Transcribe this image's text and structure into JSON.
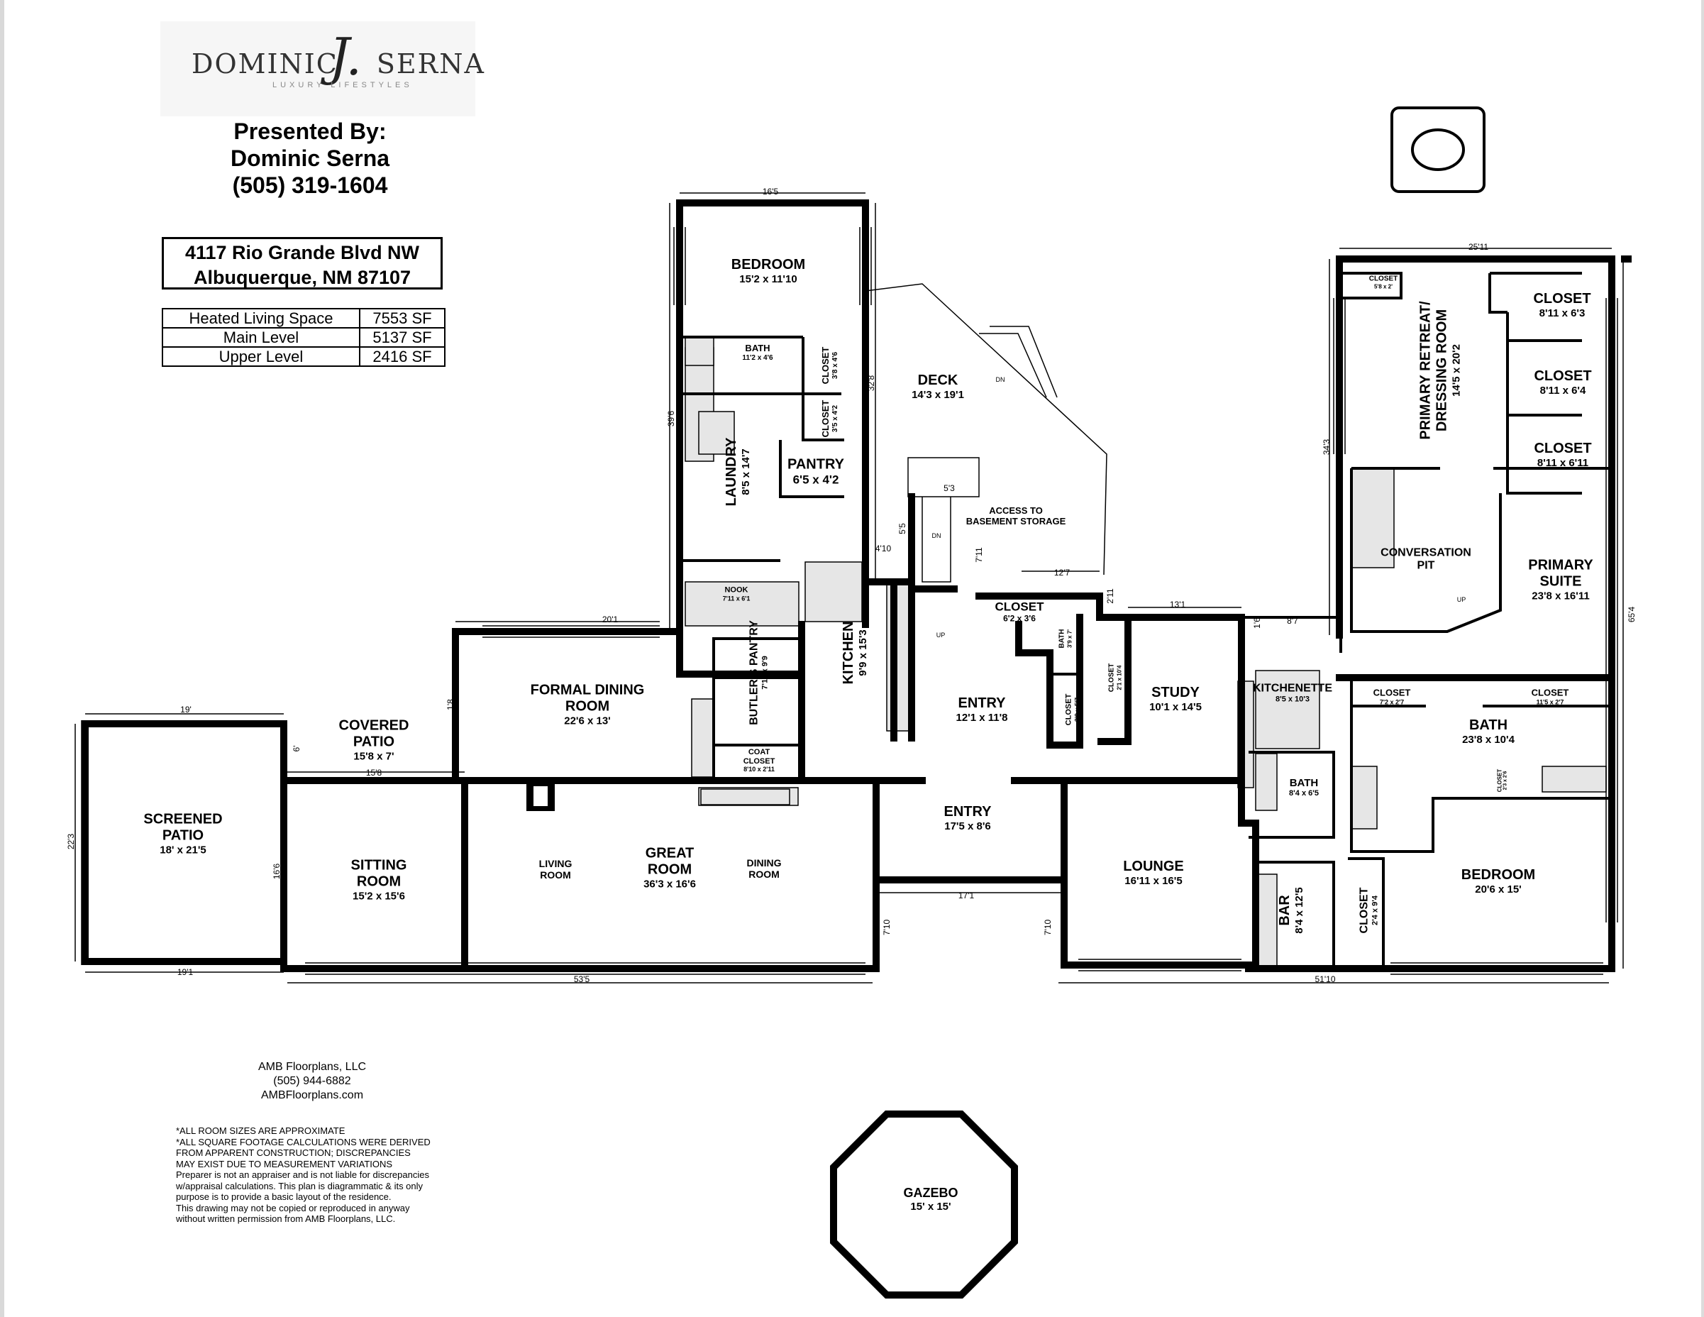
{
  "brand": {
    "name_left": "DOMINIC",
    "initial": "J.",
    "name_right": "SERNA",
    "tagline": "LUXURY    LIFESTYLES"
  },
  "presenter": {
    "line1": "Presented By:",
    "line2": "Dominic Serna",
    "phone": "(505) 319-1604"
  },
  "address": {
    "street": "4117 Rio Grande Blvd NW",
    "city": "Albuquerque, NM 87107"
  },
  "square_footage": [
    {
      "label": "Heated Living Space",
      "value": "7553 SF"
    },
    {
      "label": "Main Level",
      "value": "5137 SF"
    },
    {
      "label": "Upper Level",
      "value": "2416 SF"
    }
  ],
  "rooms": {
    "bedroom_north": {
      "name": "BEDROOM",
      "dims": "15'2 x 11'10"
    },
    "bath_north": {
      "name": "BATH",
      "dims": "11'2 x 4'6"
    },
    "closet_n1": {
      "name": "CLOSET",
      "dims": "3'8 x 4'6"
    },
    "closet_n2": {
      "name": "CLOSET",
      "dims": "3'5 x 4'2"
    },
    "laundry": {
      "name": "LAUNDRY",
      "dims": "8'5 x 14'7"
    },
    "pantry": {
      "name": "PANTRY",
      "dims": "6'5 x 4'2"
    },
    "deck": {
      "name": "DECK",
      "dims": "14'3 x 19'1"
    },
    "deck_dn": "DN",
    "access": {
      "line1": "ACCESS TO",
      "line2": "BASEMENT STORAGE"
    },
    "stair_dn": "DN",
    "nook": {
      "name": "NOOK",
      "dims": "7'11 x 6'1"
    },
    "kitchen": {
      "name": "KITCHEN",
      "dims": "9'9 x 15'3"
    },
    "butlers": {
      "name": "BUTLER'S PANTRY",
      "dims": "7'11 x 9'9"
    },
    "closet_entry": {
      "name": "CLOSET",
      "dims": "6'2 x 3'6"
    },
    "bath_small": {
      "name": "BATH",
      "dims": "3'9 x 7'"
    },
    "closet_tall": {
      "name": "CLOSET",
      "dims": "2'1 x 10'4"
    },
    "closet_small": {
      "name": "CLOSET",
      "dims": "3'9 x 5'7"
    },
    "entry_upper": {
      "name": "ENTRY",
      "dims": "12'1 x 11'8"
    },
    "entry_lower": {
      "name": "ENTRY",
      "dims": "17'5 x 8'6"
    },
    "stair_up": "UP",
    "formal_dining": {
      "name1": "FORMAL DINING",
      "name2": "ROOM",
      "dims": "22'6 x 13'"
    },
    "coat_closet": {
      "name1": "COAT",
      "name2": "CLOSET",
      "dims": "8'10 x 2'11"
    },
    "covered_patio": {
      "name1": "COVERED",
      "name2": "PATIO",
      "dims": "15'8 x 7'"
    },
    "screened_patio": {
      "name1": "SCREENED",
      "name2": "PATIO",
      "dims": "18' x 21'5"
    },
    "sitting_room": {
      "name1": "SITTING",
      "name2": "ROOM",
      "dims": "15'2 x 15'6"
    },
    "great_room": {
      "name1": "GREAT",
      "name2": "ROOM",
      "dims": "36'3 x 16'6"
    },
    "living_room": {
      "name1": "LIVING",
      "name2": "ROOM"
    },
    "dining_room": {
      "name1": "DINING",
      "name2": "ROOM"
    },
    "study": {
      "name": "STUDY",
      "dims": "10'1 x 14'5"
    },
    "kitchenette": {
      "name": "KITCHENETTE",
      "dims": "8'5 x 10'3"
    },
    "bath_mid": {
      "name": "BATH",
      "dims": "8'4 x 6'5"
    },
    "lounge": {
      "name": "LOUNGE",
      "dims": "16'11 x 16'5"
    },
    "bar": {
      "name": "BAR",
      "dims": "8'4 x 12'5"
    },
    "closet_bar": {
      "name": "CLOSET",
      "dims": "2'4 x 9'4"
    },
    "bedroom_se": {
      "name": "BEDROOM",
      "dims": "20'6 x 15'"
    },
    "primary_retreat": {
      "name1": "PRIMARY RETREAT/",
      "name2": "DRESSING ROOM",
      "dims": "14'5 x 20'2"
    },
    "closet_pr_small": {
      "name": "CLOSET",
      "dims": "5'8 x 2'"
    },
    "closet_pr1": {
      "name": "CLOSET",
      "dims": "8'11 x 6'3"
    },
    "closet_pr2": {
      "name": "CLOSET",
      "dims": "8'11 x 6'4"
    },
    "closet_pr3": {
      "name": "CLOSET",
      "dims": "8'11 x 6'11"
    },
    "conversation_pit": {
      "name1": "CONVERSATION",
      "name2": "PIT"
    },
    "pit_up": "UP",
    "primary_suite": {
      "name1": "PRIMARY",
      "name2": "SUITE",
      "dims": "23'8 x 16'11"
    },
    "closet_bath1": {
      "name": "CLOSET",
      "dims": "7'2 x 2'7"
    },
    "closet_bath2": {
      "name": "CLOSET",
      "dims": "11'5 x 2'7"
    },
    "bath_primary": {
      "name": "BATH",
      "dims": "23'8 x 10'4"
    },
    "closet_tiny": {
      "name": "CLOSET",
      "dims": "2'3 x 2'6"
    },
    "gazebo": {
      "name": "GAZEBO",
      "dims": "15' x 15'"
    }
  },
  "dimensions": {
    "d_16_5": "16'5",
    "d_39_6": "39'6",
    "d_32_8": "32'8",
    "d_5_3": "5'3",
    "d_5_5": "5'5",
    "d_4_10": "4'10",
    "d_7_11": "7'11",
    "d_12_7": "12'7",
    "d_2_11": "2'11",
    "d_13_1": "13'1",
    "d_1_6": "1'6",
    "d_8_7": "8'7",
    "d_20_1": "20'1",
    "d_19": "19'",
    "d_1_8": "1'8",
    "d_6": "6'",
    "d_15_8": "15'8",
    "d_22_3": "22'3",
    "d_16_6": "16'6",
    "d_19_1": "19'1",
    "d_53_5": "53'5",
    "d_17_1": "17'1",
    "d_7_10a": "7'10",
    "d_7_10b": "7'10",
    "d_51_10": "51'10",
    "d_25_11": "25'11",
    "d_34_3": "34'3",
    "d_65_4": "65'4"
  },
  "credit": {
    "company": "AMB Floorplans, LLC",
    "phone": "(505) 944-6882",
    "web": "AMBFloorplans.com"
  },
  "disclaimer": [
    "*ALL ROOM SIZES ARE APPROXIMATE",
    "*ALL SQUARE FOOTAGE CALCULATIONS WERE DERIVED FROM APPARENT CONSTRUCTION; DISCREPANCIES MAY EXIST DUE TO MEASUREMENT VARIATIONS",
    "Preparer is not an appraiser and is not liable for discrepancies w/appraisal calculations. This plan is diagrammatic & its only purpose is to provide a basic layout of the residence.",
    "This drawing may not be copied or reproduced in anyway without written permission from AMB Floorplans, LLC."
  ]
}
